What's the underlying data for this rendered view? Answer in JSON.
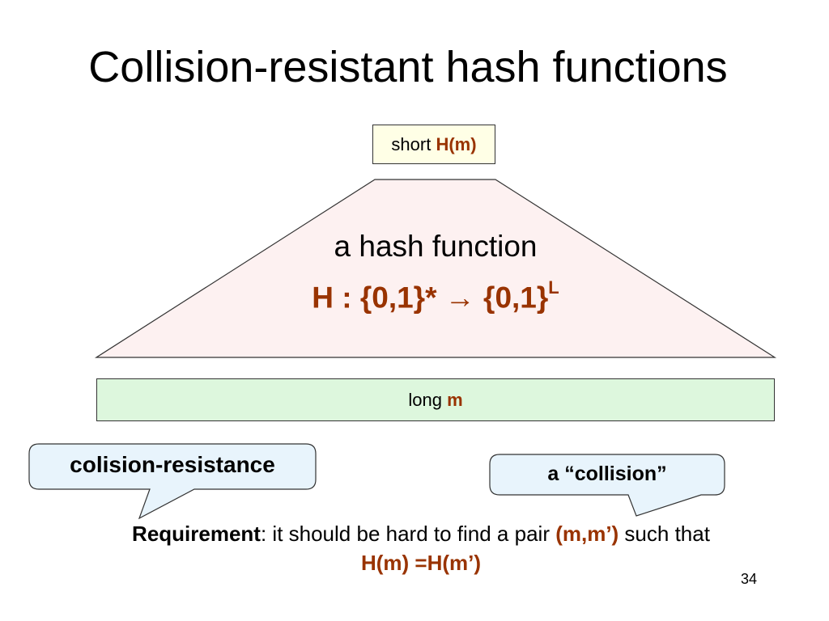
{
  "slide": {
    "title": "Collision-resistant hash functions",
    "short_box": {
      "prefix": "short",
      "emph": "H(m)"
    },
    "hash": {
      "label": "a hash function",
      "formula": "H : {0,1}* → {0,1}",
      "formula_sup": "L"
    },
    "long_box": {
      "prefix": "long",
      "emph": "m"
    },
    "callout_left": "colision-resistance",
    "callout_right": "a “collision”",
    "requirement": {
      "bold": "Requirement",
      "text": ": it should be hard to find a pair ",
      "pair": "(m,m’)",
      "tail": " such that",
      "line2": "H(m) =H(m’)"
    },
    "page_number": "34"
  },
  "colors": {
    "accent": "#993300",
    "short_box_fill": "#ffffe6",
    "trapezoid_fill": "#fdf1f1",
    "long_box_fill": "#ddf7dd",
    "callout_fill": "#e8f4fc"
  }
}
